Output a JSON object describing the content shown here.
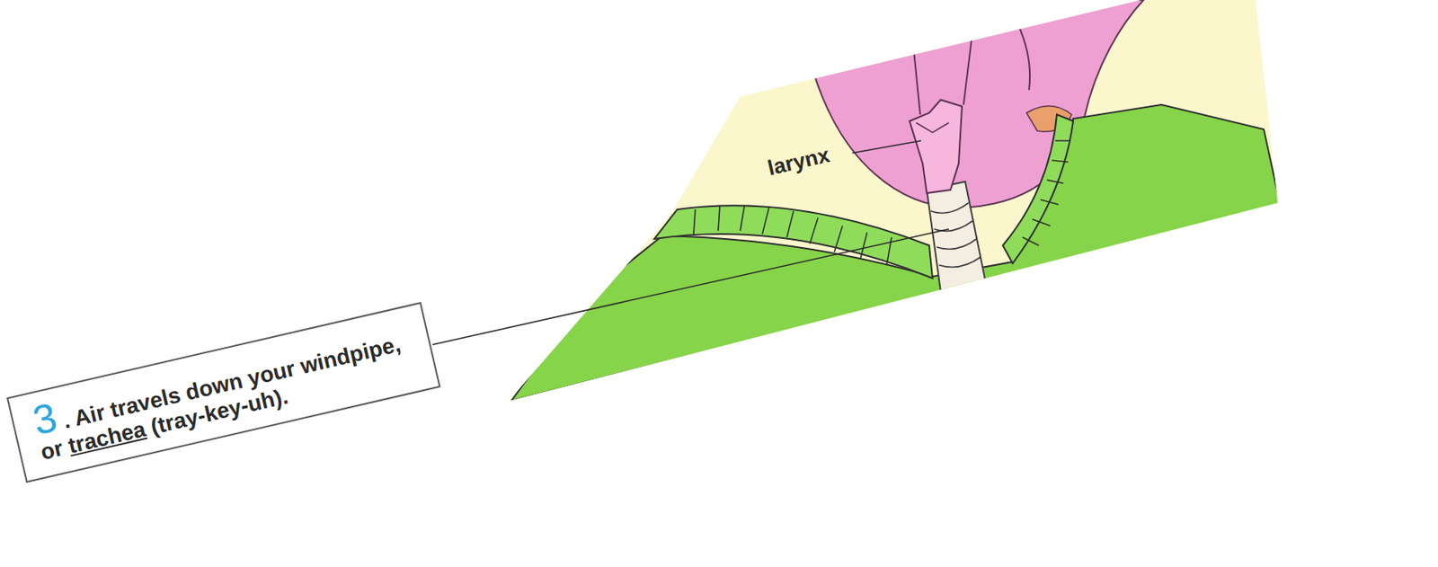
{
  "diagram": {
    "nodes": [
      {
        "text": [
          "3",
          ". Air travels down your windpipe, or",
          "trachea",
          "(tray-key-uh)."
        ]
      }
    ],
    "labels": [
      "larynx"
    ]
  }
}
